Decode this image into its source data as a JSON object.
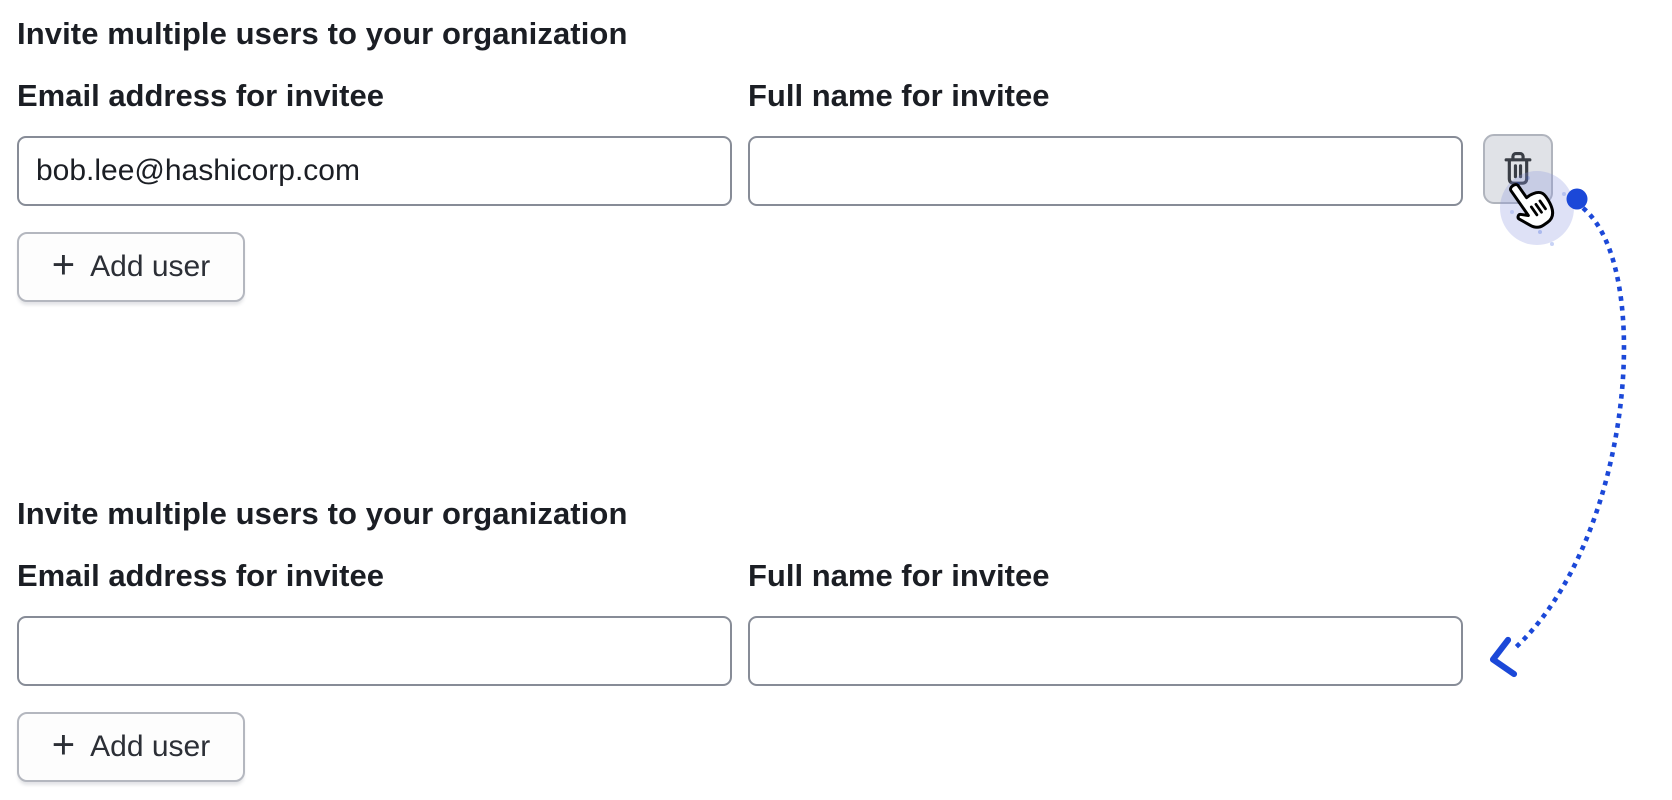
{
  "colors": {
    "annotation_blue": "#1b48d8",
    "halo_lavender": "#8893de",
    "input_border_gray": "#878c97",
    "delete_button_gray": "#e0e2e7",
    "text_dark": "#1b1e24"
  },
  "sections": [
    {
      "heading": "Invite multiple users to your organization",
      "email": {
        "label": "Email address for invitee",
        "value": "bob.lee@hashicorp.com",
        "placeholder": ""
      },
      "full_name": {
        "label": "Full name for invitee",
        "value": "",
        "placeholder": ""
      },
      "add_user": {
        "label": "Add user",
        "icon_glyph": "+"
      },
      "delete_button": {
        "icon": "trash-icon"
      }
    },
    {
      "heading": "Invite multiple users to your organization",
      "email": {
        "label": "Email address for invitee",
        "value": "",
        "placeholder": ""
      },
      "full_name": {
        "label": "Full name for invitee",
        "value": "",
        "placeholder": ""
      },
      "add_user": {
        "label": "Add user",
        "icon_glyph": "+"
      }
    }
  ],
  "annotation": {
    "start_dot": "click-origin-dot",
    "path": "dotted-curve-arrow",
    "cursor": "hand-pointer-icon"
  }
}
